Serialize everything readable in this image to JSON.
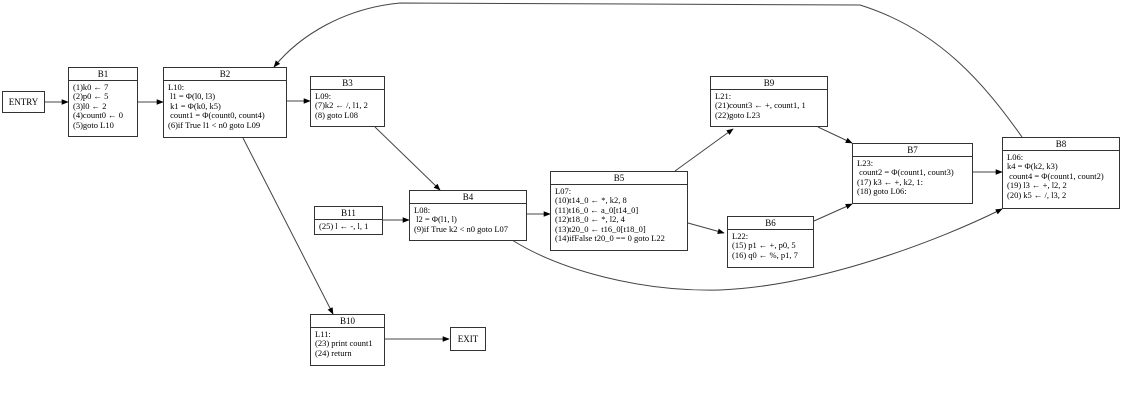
{
  "diagram": {
    "type": "control-flow-graph",
    "terminals": {
      "entry": "ENTRY",
      "exit": "EXIT"
    },
    "blocks": [
      {
        "id": "B1",
        "label": "B1",
        "lines": [
          "(1)k0 ← 7",
          "(2)p0 ← 5",
          "(3)l0 ← 2",
          "(4)count0 ← 0",
          "(5)goto L10"
        ]
      },
      {
        "id": "B2",
        "label": "B2",
        "lines": [
          "L10:",
          " l1 = Φ(l0, l3)",
          " k1 = Φ(k0, k5)",
          " count1 = Φ(count0, count4)",
          "(6)if True l1 < n0 goto L09"
        ]
      },
      {
        "id": "B3",
        "label": "B3",
        "lines": [
          "L09:",
          "(7)k2 ← /, l1, 2",
          "(8) goto L08"
        ]
      },
      {
        "id": "B4",
        "label": "B4",
        "lines": [
          "L08:",
          " l2 = Φ(l1, l)",
          "(9)if True k2 < n0 goto L07"
        ]
      },
      {
        "id": "B5",
        "label": "B5",
        "lines": [
          "L07:",
          "(10)t14_0 ← *, k2, 8",
          "(11)t16_0 ← a_0[t14_0]",
          "(12)t18_0 ← *, l2, 4",
          "(13)t20_0 ← t16_0[t18_0]",
          "(14)ifFalse t20_0 == 0 goto L22"
        ]
      },
      {
        "id": "B6",
        "label": "B6",
        "lines": [
          "L22:",
          "(15) p1 ← +, p0, 5",
          "(16) q0 ← %, p1, 7"
        ]
      },
      {
        "id": "B7",
        "label": "B7",
        "lines": [
          "L23:",
          " count2 = Φ(count1, count3)",
          "(17) k3 ← +, k2, 1:",
          "(18) goto L06:"
        ]
      },
      {
        "id": "B8",
        "label": "B8",
        "lines": [
          "L06:",
          "k4 = Φ(k2, k3)",
          " count4 = Φ(count1, count2)",
          "(19) l3 ← +, l2, 2",
          "(20) k5 ← /, l3, 2"
        ]
      },
      {
        "id": "B9",
        "label": "B9",
        "lines": [
          "L21:",
          "(21)count3 ← +, count1, 1",
          "(22)goto L23"
        ]
      },
      {
        "id": "B10",
        "label": "B10",
        "lines": [
          "L11:",
          "(23) print count1",
          "(24) return"
        ]
      },
      {
        "id": "B11",
        "label": "B11",
        "lines": [
          "(25) l ← -, l, 1"
        ]
      }
    ],
    "edges": [
      {
        "from": "ENTRY",
        "to": "B1"
      },
      {
        "from": "B1",
        "to": "B2"
      },
      {
        "from": "B2",
        "to": "B3"
      },
      {
        "from": "B2",
        "to": "B10"
      },
      {
        "from": "B3",
        "to": "B4"
      },
      {
        "from": "B11",
        "to": "B4"
      },
      {
        "from": "B4",
        "to": "B5"
      },
      {
        "from": "B4",
        "to": "B8"
      },
      {
        "from": "B5",
        "to": "B9"
      },
      {
        "from": "B5",
        "to": "B6"
      },
      {
        "from": "B9",
        "to": "B7"
      },
      {
        "from": "B6",
        "to": "B7"
      },
      {
        "from": "B7",
        "to": "B8"
      },
      {
        "from": "B8",
        "to": "B2"
      },
      {
        "from": "B10",
        "to": "EXIT"
      }
    ]
  }
}
